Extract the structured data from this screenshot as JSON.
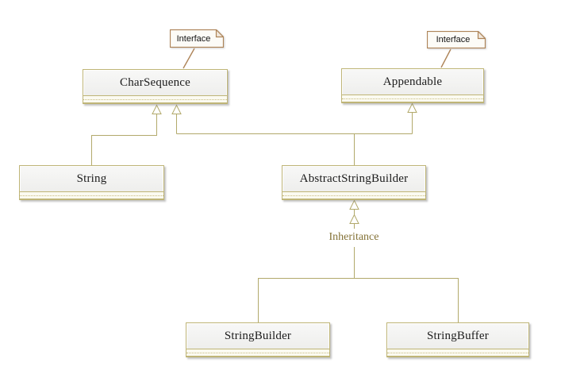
{
  "diagram": {
    "kind": "uml-class-diagram",
    "classes": {
      "charsequence": {
        "label": "CharSequence"
      },
      "appendable": {
        "label": "Appendable"
      },
      "string": {
        "label": "String"
      },
      "abstract_string_builder": {
        "label": "AbstractStringBuilder"
      },
      "string_builder": {
        "label": "StringBuilder"
      },
      "string_buffer": {
        "label": "StringBuffer"
      }
    },
    "notes": {
      "charsequence_note": {
        "label": "Interface"
      },
      "appendable_note": {
        "label": "Interface"
      }
    },
    "edge_labels": {
      "inheritance": "Inheritance"
    },
    "relationships": [
      {
        "from": "String",
        "to": "CharSequence",
        "type": "generalization"
      },
      {
        "from": "AbstractStringBuilder",
        "to": "CharSequence",
        "type": "generalization"
      },
      {
        "from": "AbstractStringBuilder",
        "to": "Appendable",
        "type": "generalization"
      },
      {
        "from": "StringBuilder",
        "to": "AbstractStringBuilder",
        "type": "generalization",
        "label": "Inheritance"
      },
      {
        "from": "StringBuffer",
        "to": "AbstractStringBuilder",
        "type": "generalization",
        "label": "Inheritance"
      }
    ]
  },
  "colors": {
    "canvas_bg": "#ffffff",
    "line": "#b2a96b",
    "box_border": "#bfb577",
    "box_fill_top": "#f8f8f7",
    "box_fill_bottom": "#ebebe9",
    "compartment_fill": "#fbfaf1",
    "dash_line": "#c9bd82",
    "note_border": "#ae8458",
    "note_fill": "#fcfbf7",
    "note_fold_fill": "#f1e8dd",
    "class_text": "#1c1c1c",
    "note_text": "#111111",
    "inheritance_text": "#847237",
    "arrow_fill": "#ffffff"
  }
}
